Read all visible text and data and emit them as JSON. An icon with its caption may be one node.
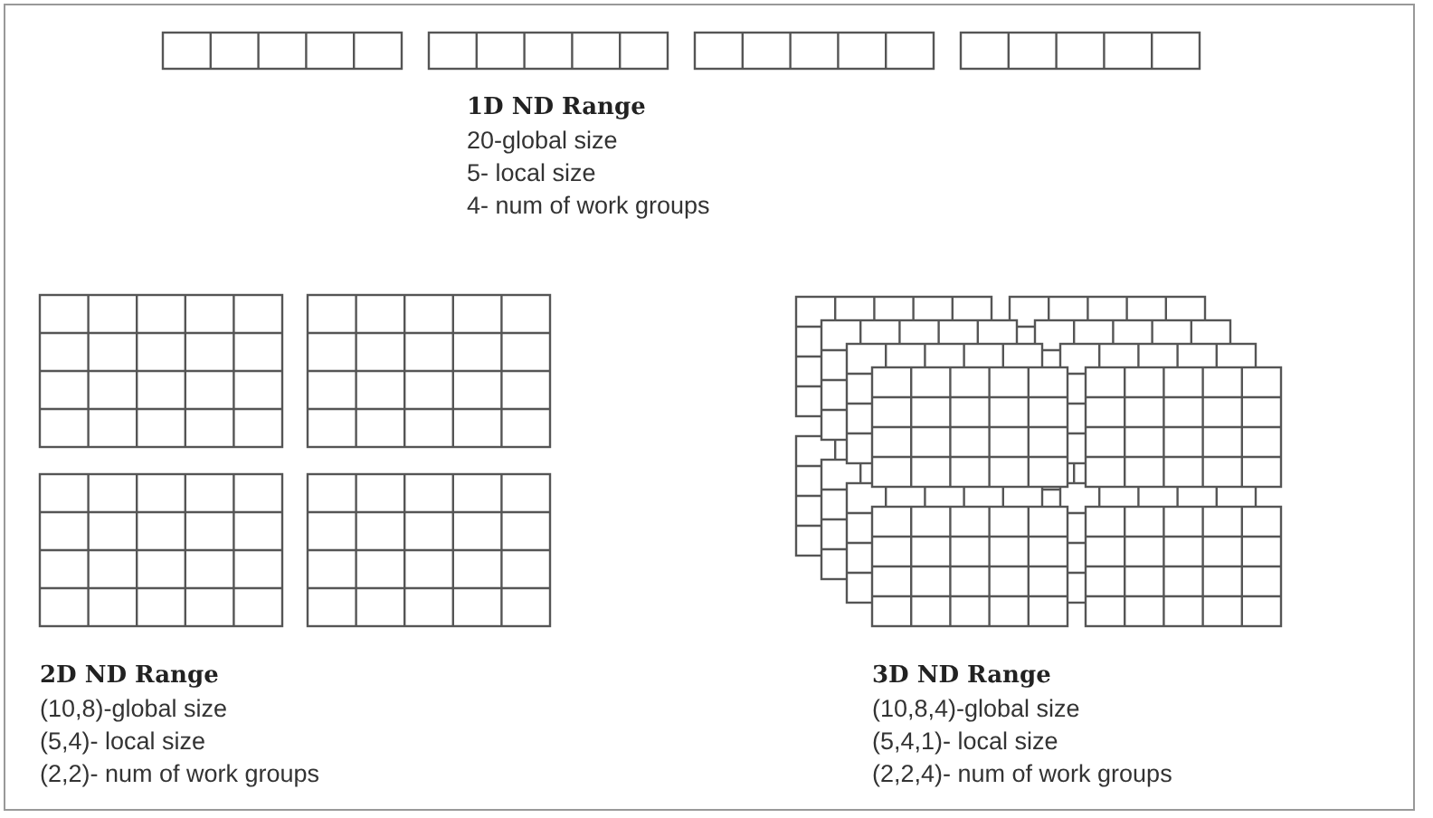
{
  "diagram": {
    "labels": [
      "1D ND Range",
      "20-global size",
      "5- local size",
      "4- num of work groups",
      "2D ND Range",
      "(10,8)-global size",
      "(5,4)- local size",
      "(2,2)- num of work groups",
      "3D ND Range",
      "(10,8,4)-global size",
      "(5,4,1)- local size",
      "(2,2,4)- num of work groups"
    ]
  }
}
